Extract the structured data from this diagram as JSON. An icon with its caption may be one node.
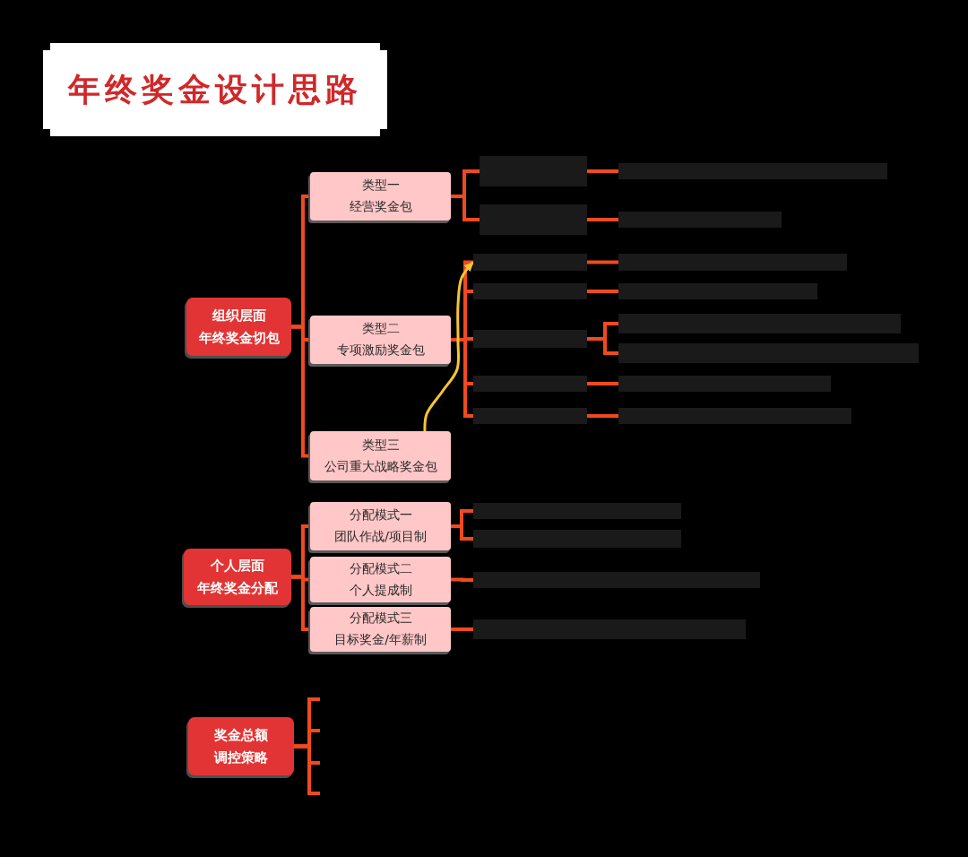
{
  "diagram": {
    "title": "年终奖金设计思路",
    "nodes": [
      {
        "text": [
          "组织层面",
          "年终奖金切包"
        ]
      },
      {
        "text": [
          "类型一",
          "经营奖金包"
        ]
      },
      {
        "text": [
          "类型二",
          "专项激励奖金包"
        ]
      },
      {
        "text": [
          "类型三",
          "公司重大战略奖金包"
        ]
      },
      {
        "text": [],
        "shape": "box"
      },
      {
        "text": [],
        "shape": "box"
      },
      {
        "text": [],
        "shape": "box"
      },
      {
        "text": [],
        "shape": "box"
      },
      {
        "text": [],
        "shape": "box"
      },
      {
        "text": [],
        "shape": "box"
      },
      {
        "text": [],
        "shape": "box"
      },
      {
        "text": [],
        "shape": "box"
      },
      {
        "text": [],
        "shape": "box"
      },
      {
        "text": [],
        "shape": "box"
      },
      {
        "text": [],
        "shape": "box"
      },
      {
        "text": [],
        "shape": "box"
      },
      {
        "text": [],
        "shape": "box"
      },
      {
        "text": [],
        "shape": "box"
      },
      {
        "text": [],
        "shape": "box"
      },
      {
        "text": [
          "个人层面",
          "年终奖金分配"
        ]
      },
      {
        "text": [
          "分配模式一",
          "团队作战/项目制"
        ]
      },
      {
        "text": [
          "分配模式二",
          "个人提成制"
        ]
      },
      {
        "text": [
          "分配模式三",
          "目标奖金/年薪制"
        ]
      },
      {
        "text": [],
        "shape": "box"
      },
      {
        "text": [],
        "shape": "box"
      },
      {
        "text": [],
        "shape": "box"
      },
      {
        "text": [],
        "shape": "box"
      },
      {
        "text": [
          "奖金总额",
          "调控策略"
        ]
      }
    ],
    "edges": [
      {
        "from": 0,
        "to": 1,
        "arrow": "none"
      },
      {
        "from": 0,
        "to": 2,
        "arrow": "none"
      },
      {
        "from": 0,
        "to": 3,
        "arrow": "none"
      },
      {
        "from": 1,
        "to": 4,
        "arrow": "none"
      },
      {
        "from": 1,
        "to": 5,
        "arrow": "none"
      },
      {
        "from": 4,
        "to": 6,
        "arrow": "none"
      },
      {
        "from": 5,
        "to": 7,
        "arrow": "none"
      },
      {
        "from": 2,
        "to": 8,
        "arrow": "none"
      },
      {
        "from": 2,
        "to": 9,
        "arrow": "none"
      },
      {
        "from": 2,
        "to": 10,
        "arrow": "none"
      },
      {
        "from": 2,
        "to": 11,
        "arrow": "none"
      },
      {
        "from": 2,
        "to": 12,
        "arrow": "none"
      },
      {
        "from": 8,
        "to": 13,
        "arrow": "none"
      },
      {
        "from": 9,
        "to": 14,
        "arrow": "none"
      },
      {
        "from": 10,
        "to": 15,
        "arrow": "none"
      },
      {
        "from": 10,
        "to": 16,
        "arrow": "none"
      },
      {
        "from": 11,
        "to": 17,
        "arrow": "none"
      },
      {
        "from": 12,
        "to": 18,
        "arrow": "none"
      },
      {
        "from": 3,
        "to": 8,
        "arrow": "to",
        "color": "#f7c531"
      },
      {
        "from": 19,
        "to": 20,
        "arrow": "none"
      },
      {
        "from": 19,
        "to": 21,
        "arrow": "none"
      },
      {
        "from": 19,
        "to": 22,
        "arrow": "none"
      },
      {
        "from": 20,
        "to": 23,
        "arrow": "none"
      },
      {
        "from": 20,
        "to": 24,
        "arrow": "none"
      },
      {
        "from": 21,
        "to": 25,
        "arrow": "none"
      },
      {
        "from": 22,
        "to": 26,
        "arrow": "none"
      },
      {
        "from": 27,
        "to": null,
        "arrow": "none"
      },
      {
        "from": 27,
        "to": null,
        "arrow": "none"
      },
      {
        "from": 27,
        "to": null,
        "arrow": "none"
      },
      {
        "from": 27,
        "to": null,
        "arrow": "none"
      }
    ]
  }
}
